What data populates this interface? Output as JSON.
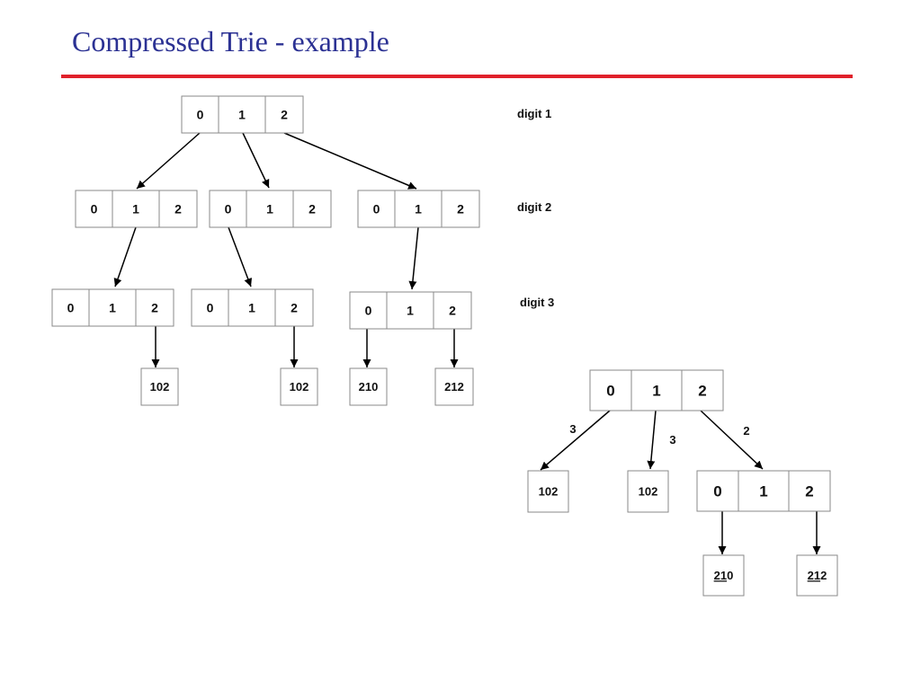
{
  "slide": {
    "title": "Compressed Trie - example",
    "rule_color": "#e0202a",
    "title_color": "#2b3193"
  },
  "diagram": {
    "digits": [
      "0",
      "1",
      "2"
    ],
    "level_labels": [
      "digit 1",
      "digit 2",
      "digit 3"
    ],
    "standard_trie_leaves": [
      "102",
      "102",
      "210",
      "212"
    ],
    "compressed_trie": {
      "edge_labels": [
        "3",
        "3",
        "2"
      ],
      "leaves": [
        {
          "text": "102"
        },
        {
          "text": "102"
        },
        {
          "prefix": "21",
          "suffix": "0"
        },
        {
          "prefix": "21",
          "suffix": "2"
        }
      ]
    }
  }
}
